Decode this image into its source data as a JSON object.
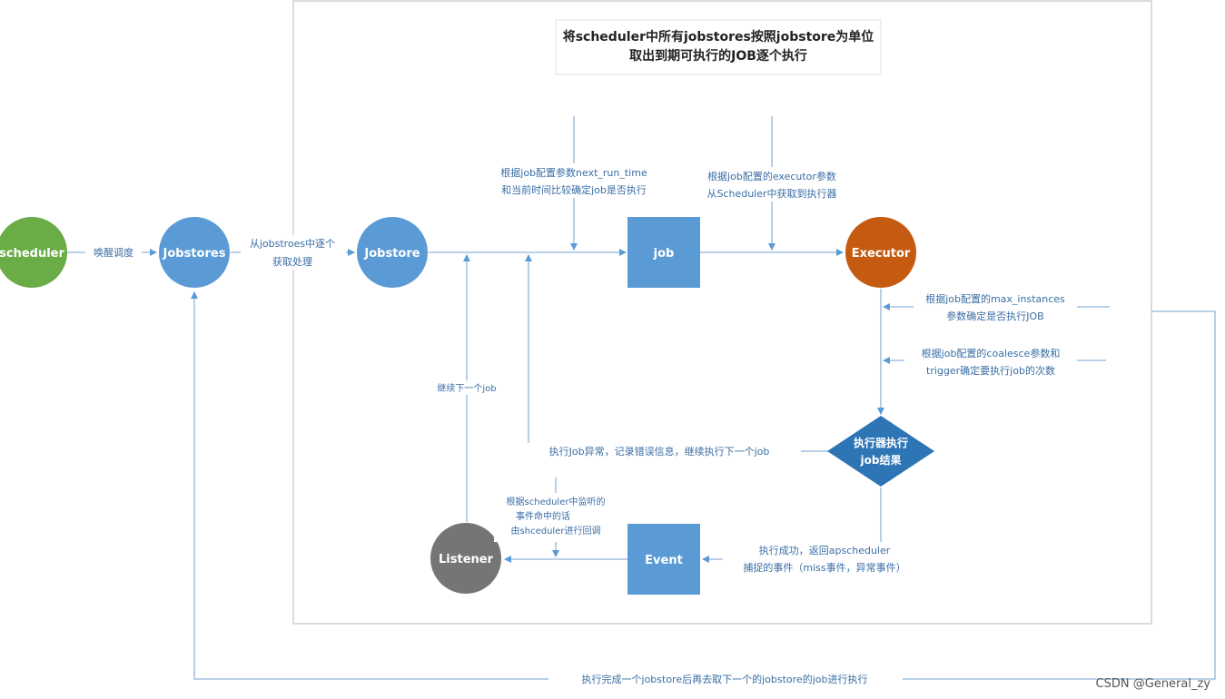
{
  "title": {
    "line1": "将scheduler中所有jobstores按照jobstore为单位",
    "line2": "取出到期可执行的JOB逐个执行"
  },
  "nodes": {
    "scheduler": "scheduler",
    "jobstores": "Jobstores",
    "jobstore": "Jobstore",
    "job": "job",
    "executor": "Executor",
    "decision": {
      "line1": "执行器执行",
      "line2": "job结果"
    },
    "event": "Event",
    "listener": "Listener"
  },
  "colors": {
    "scheduler": "#6aac46",
    "jobstores": "#5b9bd5",
    "jobstore": "#5b9bd5",
    "job": "#5b9bd5",
    "executor": "#c55a11",
    "decision": "#2e75b6",
    "event": "#5b9bd5",
    "listener": "#757575"
  },
  "labels": {
    "wake": "唤醒调度",
    "fetch": {
      "line1": "从jobstroes中逐个",
      "line2": "获取处理"
    },
    "next_run": {
      "line1": "根据job配置参数next_run_time",
      "line2": "和当前时间比较确定job是否执行"
    },
    "executor_param": {
      "line1": "根据job配置的executor参数",
      "line2": "从Scheduler中获取到执行器"
    },
    "max_instances": {
      "line1": "根据job配置的max_instances",
      "line2": "参数确定是否执行JOB"
    },
    "coalesce": {
      "line1": "根据job配置的coalesce参数和",
      "line2": "trigger确定要执行job的次数"
    },
    "continue_next": "继续下一个job",
    "exception": "执行Job异常，记录错误信息，继续执行下一个job",
    "listener_callback": {
      "line1": "根据scheduler中监听的",
      "line2": "事件命中的话",
      "line3": "由shceduler进行回调"
    },
    "success": {
      "line1": "执行成功，返回apscheduler",
      "line2": "捕捉的事件（miss事件，异常事件）"
    },
    "bottom_loop": "执行完成一个jobstore后再去取下一个的jobstore的job进行执行"
  },
  "watermark": "CSDN @General_zy"
}
